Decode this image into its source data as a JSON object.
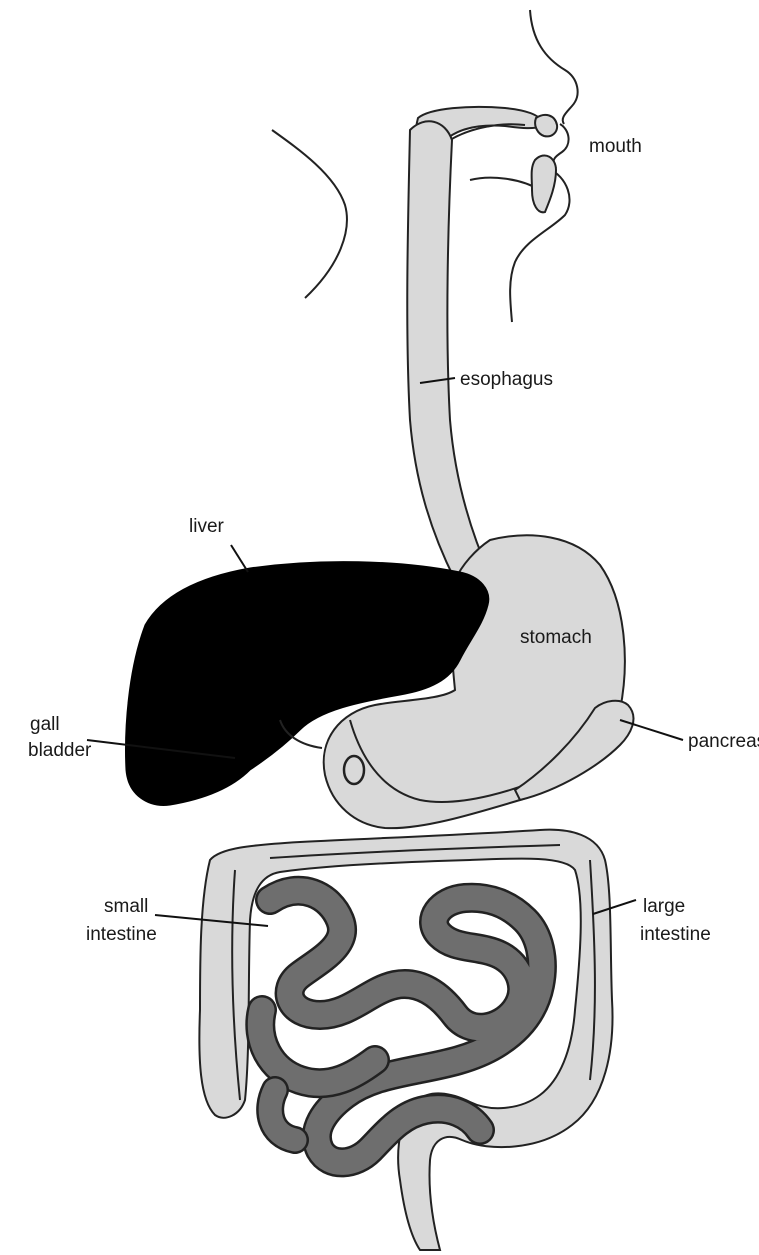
{
  "labels": {
    "mouth": "mouth",
    "esophagus": "esophagus",
    "liver": "liver",
    "stomach": "stomach",
    "gall_bladder_line1": "gall",
    "gall_bladder_line2": "bladder",
    "pancreas": "pancreas",
    "small_intestine_line1": "small",
    "small_intestine_line2": "intestine",
    "large_intestine_line1": "large",
    "large_intestine_line2": "intestine"
  },
  "colors": {
    "tract_fill": "#d9d9d9",
    "small_intestine_fill": "#6e6e6e",
    "liver_fill": "#000000",
    "outline": "#222222"
  }
}
